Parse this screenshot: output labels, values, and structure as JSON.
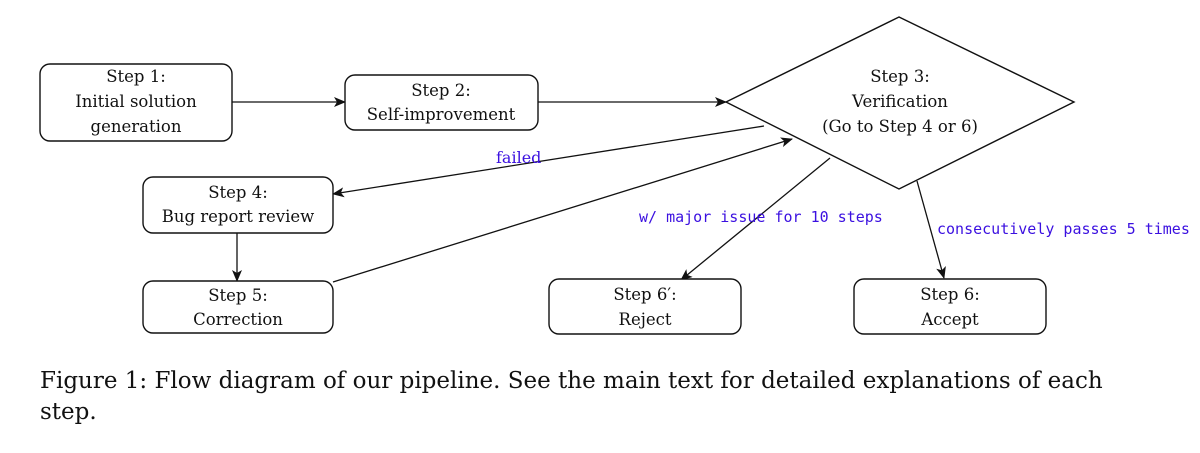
{
  "diagram": {
    "nodes": [
      {
        "id": "step1",
        "shape": "rounded-rect",
        "lines": [
          "Step 1:",
          "Initial solution",
          "generation"
        ]
      },
      {
        "id": "step2",
        "shape": "rounded-rect",
        "lines": [
          "Step 2:",
          "Self-improvement"
        ]
      },
      {
        "id": "step3",
        "shape": "diamond",
        "lines": [
          "Step 3:",
          "Verification",
          "(Go to Step 4 or 6)"
        ]
      },
      {
        "id": "step4",
        "shape": "rounded-rect",
        "lines": [
          "Step 4:",
          "Bug report review"
        ]
      },
      {
        "id": "step5",
        "shape": "rounded-rect",
        "lines": [
          "Step 5:",
          "Correction"
        ]
      },
      {
        "id": "step6p",
        "shape": "rounded-rect",
        "lines": [
          "Step 6′:",
          "Reject"
        ]
      },
      {
        "id": "step6",
        "shape": "rounded-rect",
        "lines": [
          "Step 6:",
          "Accept"
        ]
      }
    ],
    "edges": [
      {
        "from": "step1",
        "to": "step2",
        "label": ""
      },
      {
        "from": "step2",
        "to": "step3",
        "label": ""
      },
      {
        "from": "step3",
        "to": "step4",
        "label": "failed"
      },
      {
        "from": "step4",
        "to": "step5",
        "label": ""
      },
      {
        "from": "step5",
        "to": "step3",
        "label": ""
      },
      {
        "from": "step3",
        "to": "step6p",
        "label": "w/ major issue for 10 steps"
      },
      {
        "from": "step3",
        "to": "step6",
        "label": "consecutively passes 5 times"
      }
    ],
    "edge_label_color": "#3b10e0"
  },
  "caption": "Figure 1: Flow diagram of our pipeline. See the main text for detailed explanations of each step."
}
